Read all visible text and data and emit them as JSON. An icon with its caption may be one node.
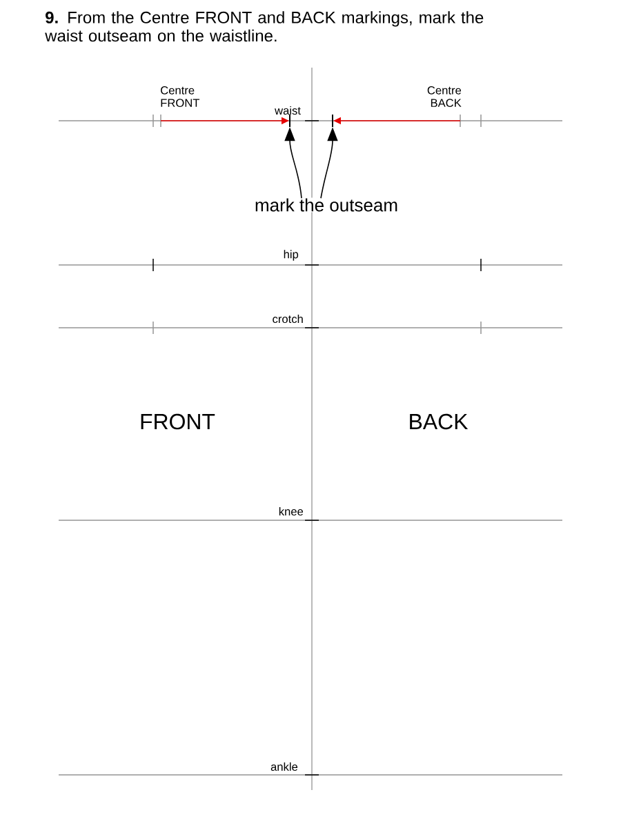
{
  "diagram": {
    "title": "**9.** From the Centre FRONT and BACK markings, mark the waist outseam on the waistline.",
    "nodes": [
      {
        "text": [
          "mark the outseam"
        ]
      },
      {
        "text": [],
        "shape": "bar"
      },
      {
        "text": [],
        "shape": "bar"
      }
    ],
    "edges": [
      {
        "from": 0,
        "to": 1,
        "arrow": "to"
      },
      {
        "from": 0,
        "to": 2,
        "arrow": "to"
      }
    ],
    "labels": [
      "Centre FRONT",
      "Centre BACK",
      "waist",
      "hip",
      "crotch",
      "FRONT",
      "BACK",
      "knee",
      "ankle"
    ]
  }
}
